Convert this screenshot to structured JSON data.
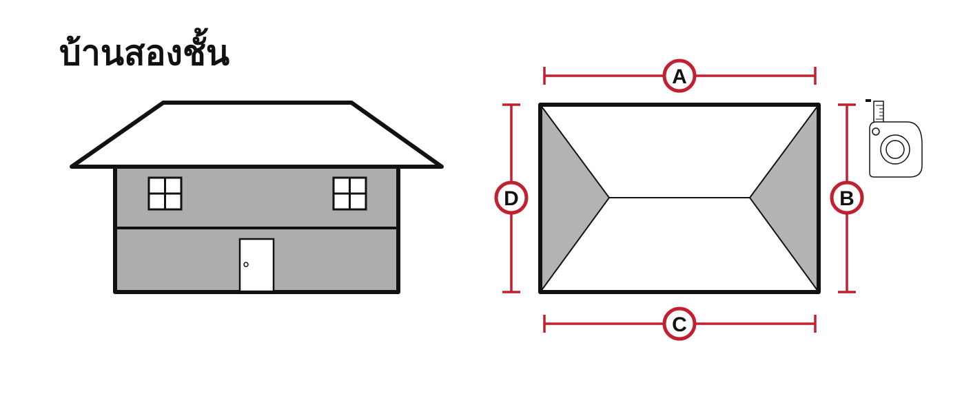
{
  "title": "บ้านสองชั้น",
  "colors": {
    "outline": "#111111",
    "wall": "#adadad",
    "roof_face": "#ffffff",
    "hip_face": "#b3b3b3",
    "dimension": "#c0202f",
    "badge_fill": "#ffffff"
  },
  "house": {
    "upper_windows": 2,
    "door": true
  },
  "dimensions": {
    "top": "A",
    "right": "B",
    "bottom": "C",
    "left": "D"
  },
  "icons": {
    "house": "two-story-house-icon",
    "roof_plan": "hip-roof-plan-icon",
    "measure": "tape-measure-icon"
  }
}
